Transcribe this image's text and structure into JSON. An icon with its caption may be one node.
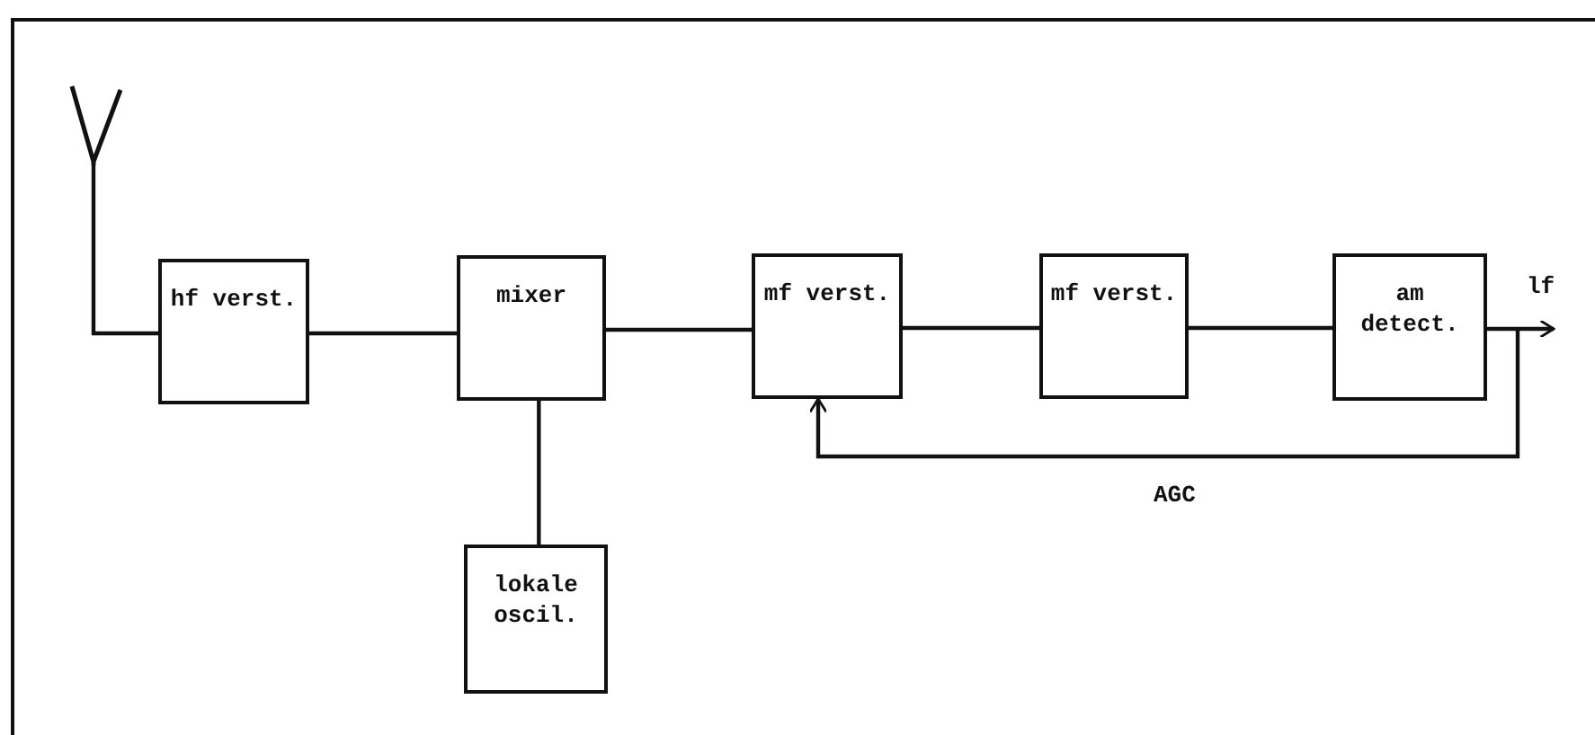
{
  "diagram": {
    "nodes": [
      {
        "text": [],
        "shape": "picture"
      },
      {
        "text": [
          "hf verst."
        ]
      },
      {
        "text": [
          "mixer"
        ]
      },
      {
        "text": [
          "mf verst."
        ]
      },
      {
        "text": [
          "mf verst."
        ]
      },
      {
        "text": [
          "am detect."
        ]
      },
      {
        "text": [
          "lokale oscil."
        ]
      }
    ],
    "edges": [
      {
        "from": 0,
        "to": 1,
        "arrow": "none"
      },
      {
        "from": 1,
        "to": 2,
        "arrow": "none"
      },
      {
        "from": 2,
        "to": 3,
        "arrow": "none"
      },
      {
        "from": 3,
        "to": 4,
        "arrow": "none"
      },
      {
        "from": 4,
        "to": 5,
        "arrow": "none"
      },
      {
        "from": 2,
        "to": 6,
        "arrow": "none"
      },
      {
        "from": 5,
        "to": null,
        "arrow": "to",
        "label": "lf"
      },
      {
        "from": 5,
        "to": 3,
        "arrow": "to",
        "label": "AGC"
      }
    ]
  }
}
